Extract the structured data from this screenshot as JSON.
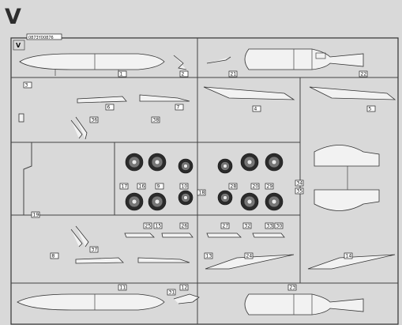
{
  "sprue": {
    "letter": "V",
    "header_tag": "0873Y00876"
  },
  "part_numbers": [
    "1",
    "2",
    "3",
    "4",
    "5",
    "6",
    "7",
    "8",
    "9",
    "10",
    "11",
    "12",
    "13",
    "14",
    "15",
    "16",
    "17",
    "18",
    "19",
    "20",
    "21",
    "22",
    "23",
    "24",
    "25",
    "26",
    "27",
    "28",
    "29",
    "30",
    "31",
    "32",
    "33",
    "34",
    "35",
    "36",
    "37",
    "38"
  ],
  "colors": {
    "background": "#d9d9d9",
    "line": "#333333",
    "wheel": "#2b2b2b"
  }
}
